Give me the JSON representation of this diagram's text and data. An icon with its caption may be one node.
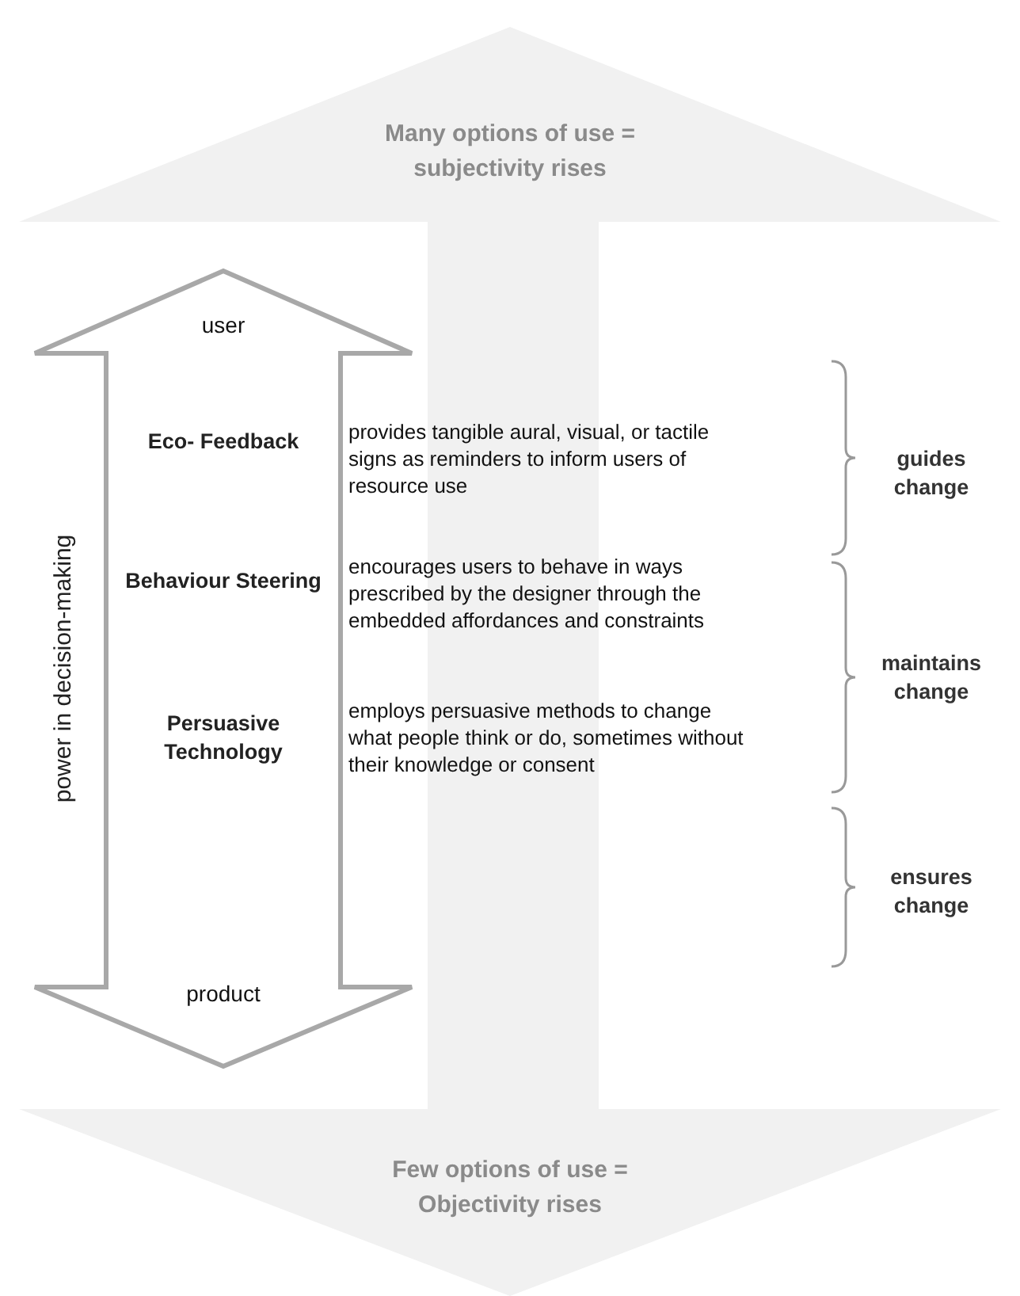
{
  "diagram": {
    "nodes": [
      {
        "text": [
          "Many options of use = subjectivity rises",
          "Few options of use = Objectivity rises"
        ]
      },
      {
        "text": [
          "user",
          "product"
        ],
        "beside": [
          "power in decision-making"
        ]
      },
      {
        "text": [
          "Eco- Feedback"
        ],
        "in": 1
      },
      {
        "text": [
          "Behaviour Steering"
        ],
        "in": 1
      },
      {
        "text": [
          "Persuasive Technology"
        ],
        "in": 1
      }
    ],
    "labels": [
      "provides tangible aural, visual, or tactile signs as reminders to inform users of resource use",
      "guides change",
      "encourages users to behave in ways prescribed by the designer through the embedded affordances and constraints",
      "maintains change",
      "employs persuasive methods to change what people think or do, sometimes without their knowledge or consent",
      "ensures change"
    ]
  }
}
